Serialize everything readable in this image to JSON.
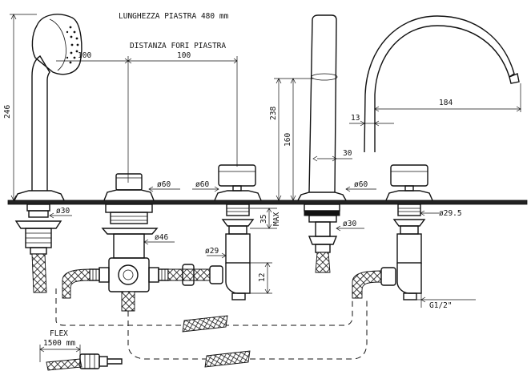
{
  "labels": {
    "plate_length": "LUNGHEZZA PIASTRA 480 mm",
    "hole_spacing": "DISTANZA FORI PIASTRA",
    "flex_title": "FLEX",
    "flex_length": "1500 mm"
  },
  "dimensions": {
    "spacing_left": "100",
    "spacing_right": "100",
    "shower_height": "246",
    "spout_height": "238",
    "spout_height_inner": "160",
    "spout_width": "30",
    "spout_reach": "184",
    "spout_offset": "13",
    "d30_left": "ø30",
    "d60_a": "ø60",
    "d60_b": "ø60",
    "d60_c": "ø60",
    "d46": "ø46",
    "d29": "ø29",
    "d30_spout": "ø30",
    "d29_5": "ø29.5",
    "max_35": "35",
    "max_label": "MAX",
    "len_12": "12",
    "thread": "G1/2\""
  }
}
